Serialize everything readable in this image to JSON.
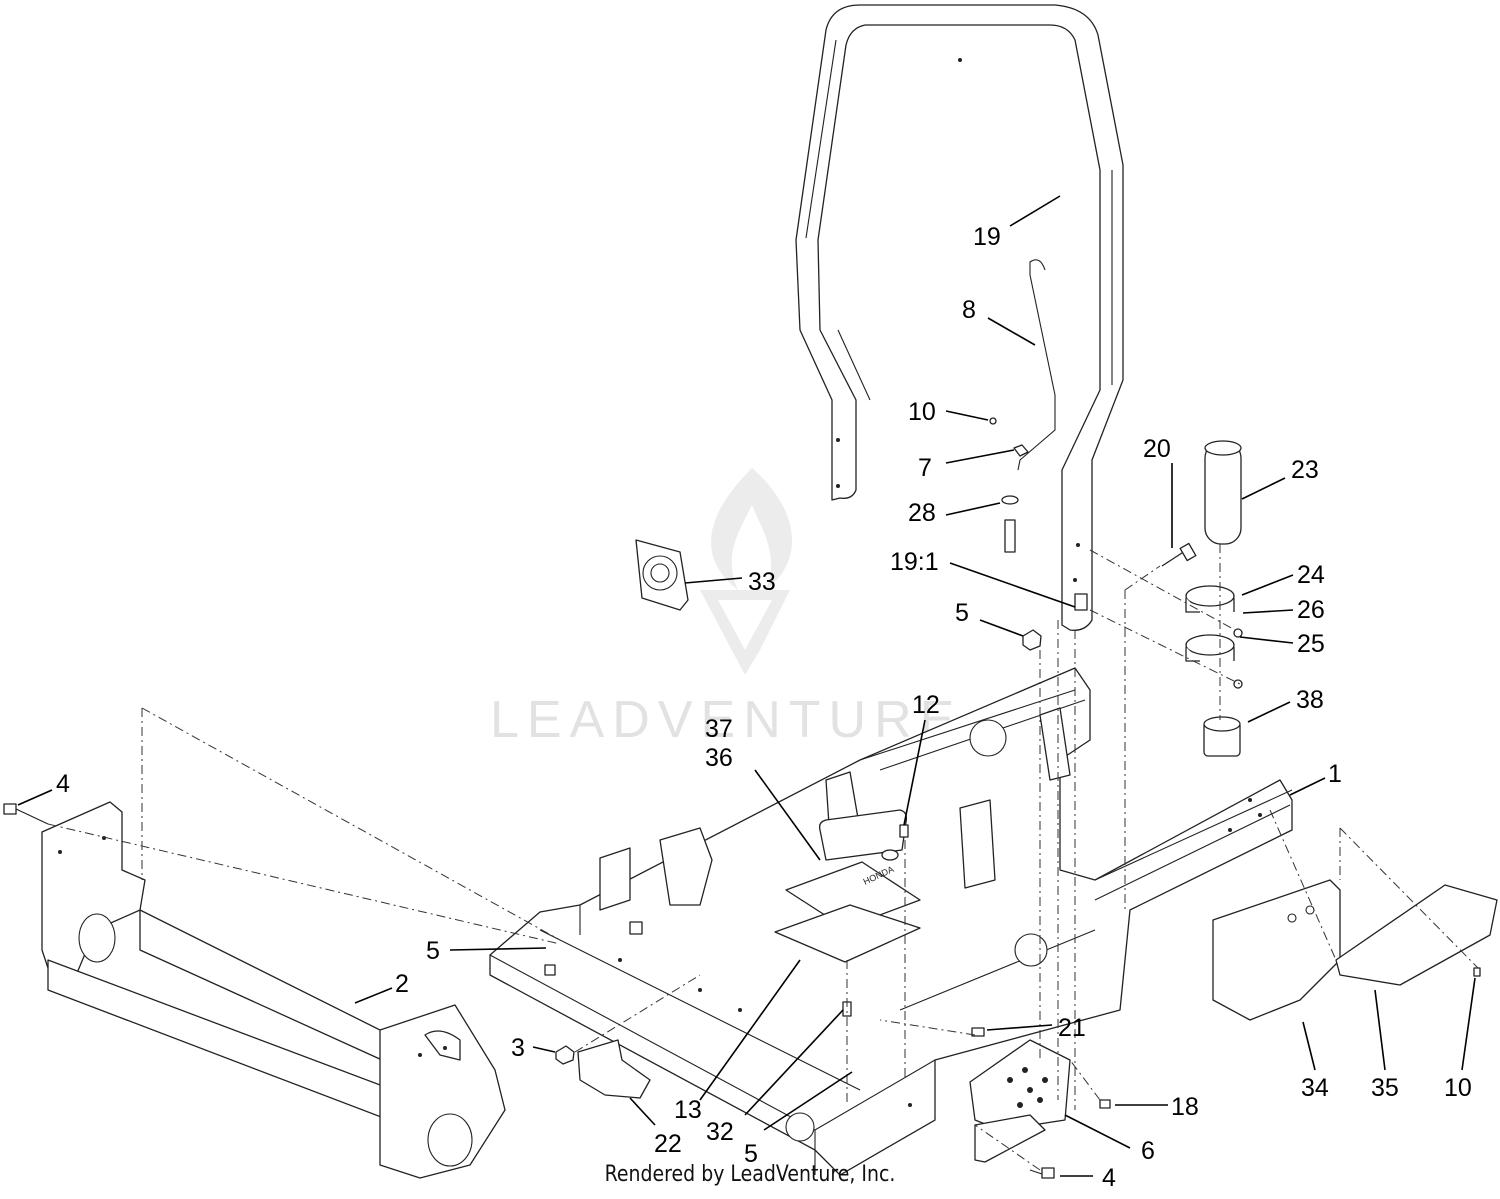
{
  "watermark": {
    "brand": "LEADVENTURE"
  },
  "footer": {
    "credit": "Rendered by LeadVenture, Inc."
  },
  "callouts": {
    "c19": "19",
    "c8": "8",
    "c10a": "10",
    "c7": "7",
    "c28": "28",
    "c20": "20",
    "c23": "23",
    "c33": "33",
    "c19_1": "19:1",
    "c24": "24",
    "c26": "26",
    "c5a": "5",
    "c25": "25",
    "c38": "38",
    "c12": "12",
    "c37": "37",
    "c36": "36",
    "c1": "1",
    "c4a": "4",
    "c5b": "5",
    "c2": "2",
    "c21": "21",
    "c3": "3",
    "c18": "18",
    "c13": "13",
    "c32": "32",
    "c22": "22",
    "c5c": "5",
    "c6": "6",
    "c4b": "4",
    "c34": "34",
    "c35": "35",
    "c10b": "10"
  }
}
